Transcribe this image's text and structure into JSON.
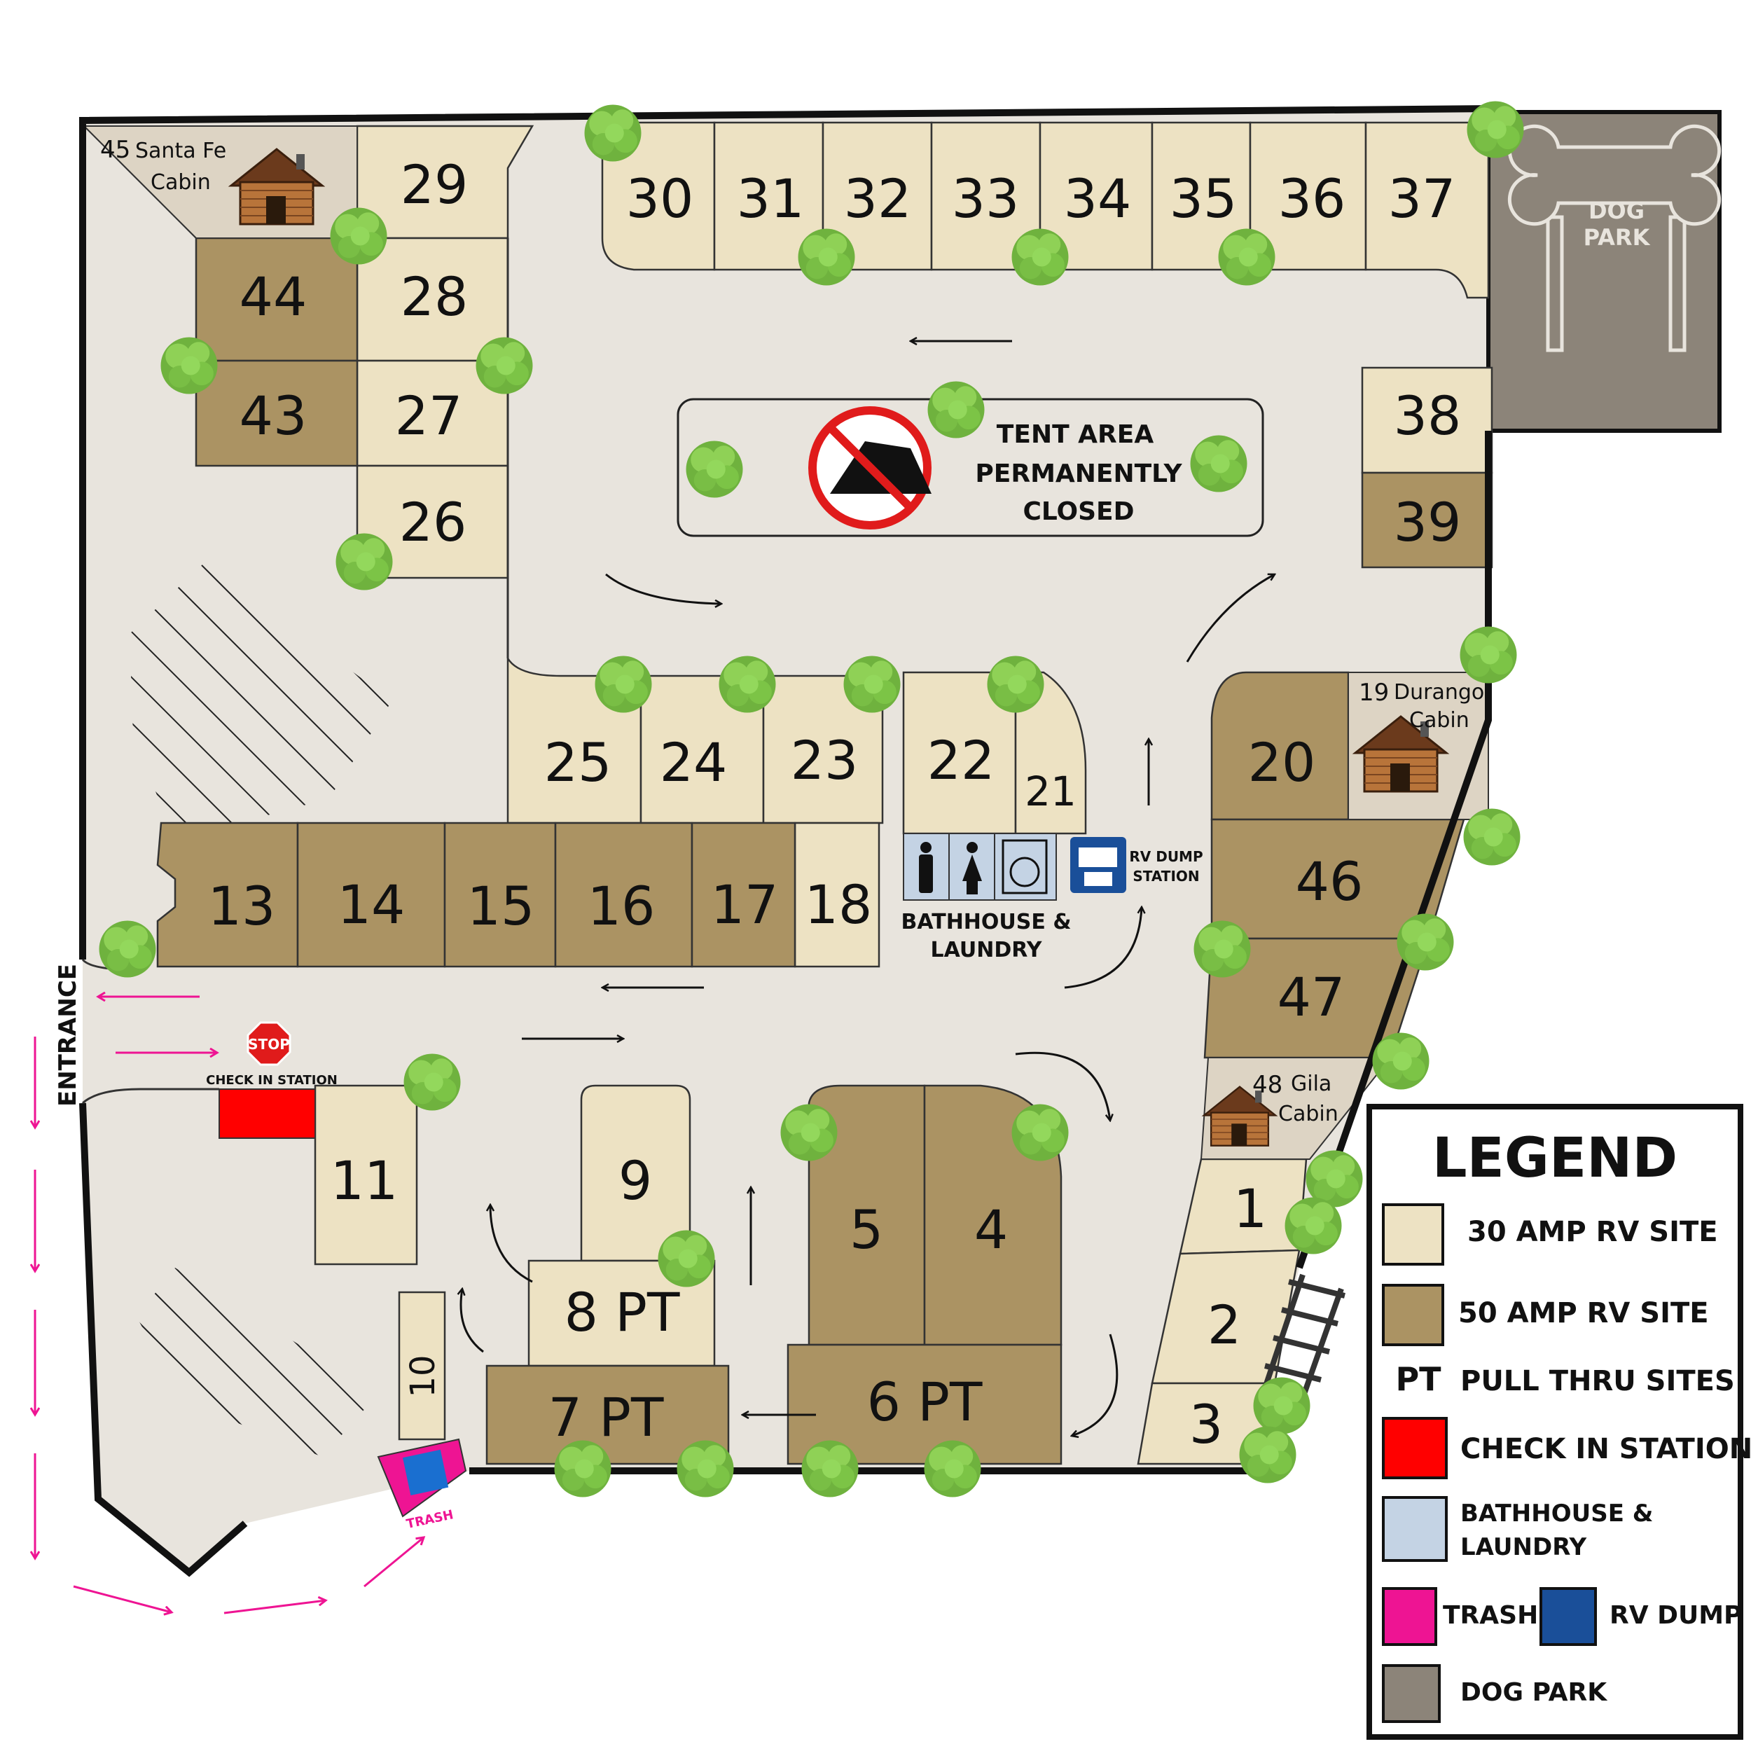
{
  "colors": {
    "amp30": "#ede2c3",
    "amp50": "#ab9363",
    "ground": "#e8e4dd",
    "checkin": "#ff0000",
    "bathhouse": "#c4d3e4",
    "trash": "#ee1493",
    "rvdump": "#1a4f99",
    "dogpark": "#8c8479",
    "tree": "#7bc043",
    "arrow_pink": "#ee1493"
  },
  "sites": {
    "s1": "1",
    "s2": "2",
    "s3": "3",
    "s4": "4",
    "s5": "5",
    "s6": "6 PT",
    "s7": "7 PT",
    "s8": "8 PT",
    "s9": "9",
    "s10": "10",
    "s11": "11",
    "s13": "13",
    "s14": "14",
    "s15": "15",
    "s16": "16",
    "s17": "17",
    "s18": "18",
    "s20": "20",
    "s21": "21",
    "s22": "22",
    "s23": "23",
    "s24": "24",
    "s25": "25",
    "s26": "26",
    "s27": "27",
    "s28": "28",
    "s29": "29",
    "s30": "30",
    "s31": "31",
    "s32": "32",
    "s33": "33",
    "s34": "34",
    "s35": "35",
    "s36": "36",
    "s37": "37",
    "s38": "38",
    "s39": "39",
    "s43": "43",
    "s44": "44",
    "s46": "46",
    "s47": "47"
  },
  "cabins": {
    "santa_fe_num": "45",
    "santa_fe_name": "Santa Fe",
    "santa_fe_word": "Cabin",
    "durango_num": "19",
    "durango_name": "Durango",
    "durango_word": "Cabin",
    "gila_num": "48",
    "gila_name": "Gila",
    "gila_word": "Cabin"
  },
  "labels": {
    "tent_line1": "TENT AREA",
    "tent_line2": "PERMANENTLY",
    "tent_line3": "CLOSED",
    "bathhouse_line1": "BATHHOUSE &",
    "bathhouse_line2": "LAUNDRY",
    "rvdump_line1": "RV DUMP",
    "rvdump_line2": "STATION",
    "entrance": "ENTRANCE",
    "stop": "STOP",
    "checkin": "CHECK IN STATION",
    "trash": "TRASH",
    "dog_line1": "DOG",
    "dog_line2": "PARK"
  },
  "legend": {
    "title": "LEGEND",
    "amp30": "30 AMP RV SITE",
    "amp50": "50 AMP RV SITE",
    "pt_abbr": "PT",
    "pt": "PULL THRU SITES",
    "checkin": "CHECK IN STATION",
    "bath1": "BATHHOUSE &",
    "bath2": "LAUNDRY",
    "trash": "TRASH",
    "rvdump": "RV DUMP",
    "dogpark": "DOG PARK"
  }
}
